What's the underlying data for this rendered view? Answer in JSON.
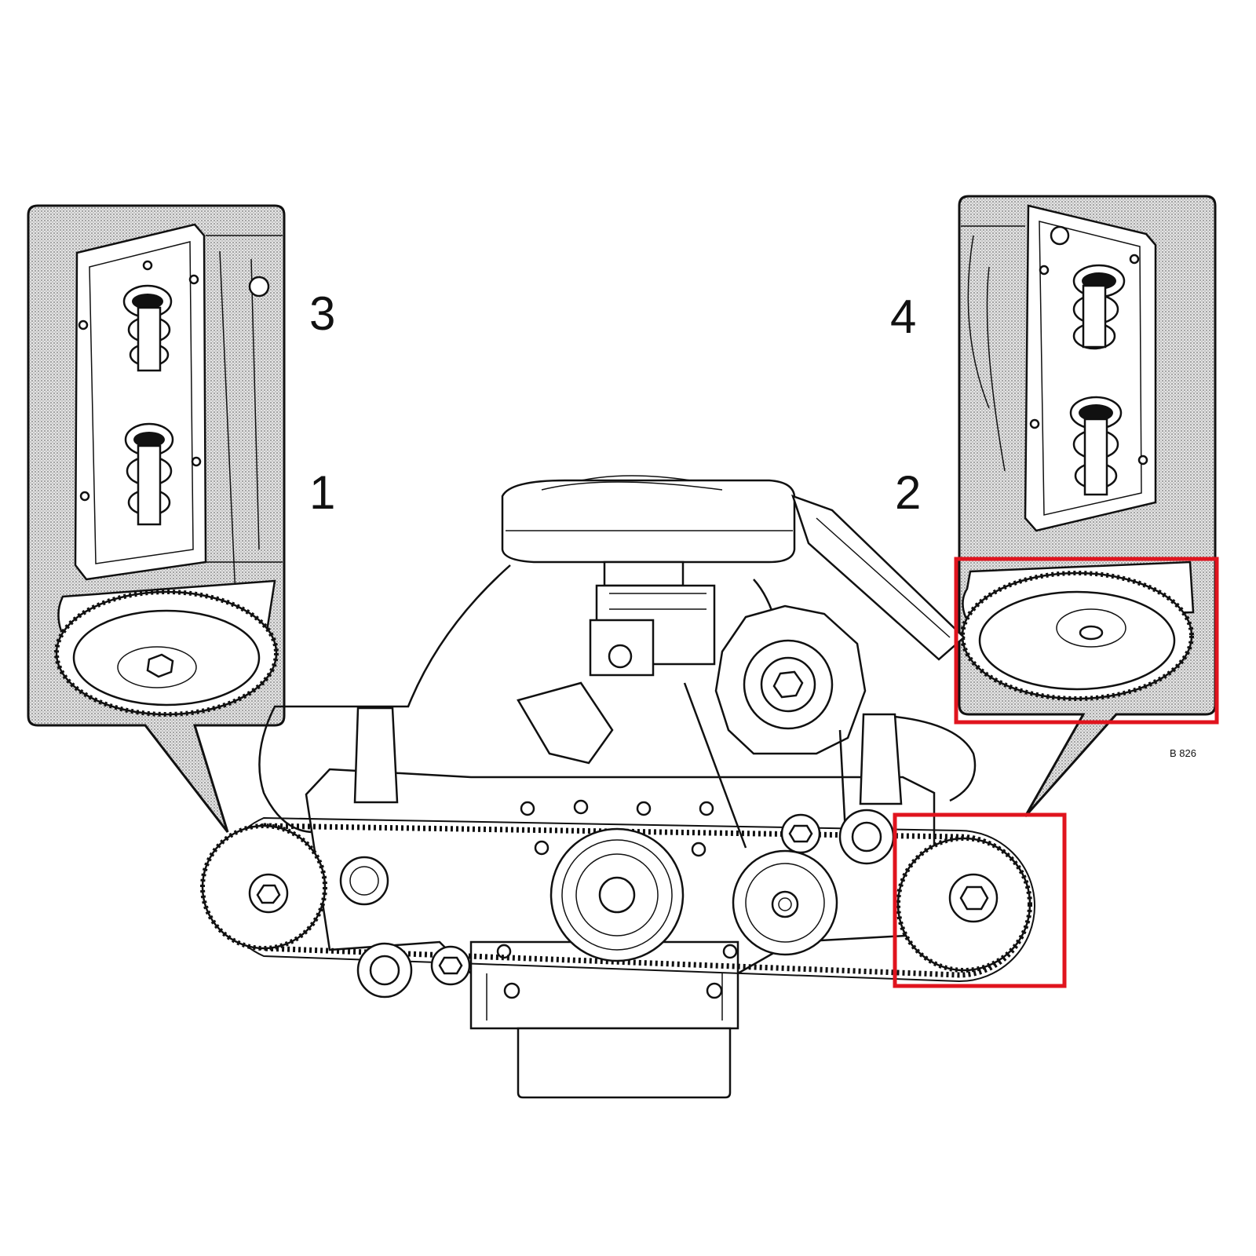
{
  "diagram": {
    "labels": {
      "cyl_3": "3",
      "cyl_1": "1",
      "cyl_4": "4",
      "cyl_2": "2",
      "ref_code": "B 826"
    },
    "colors": {
      "line": "#111111",
      "inset_shade": "#bdbdbd",
      "highlight": "#e0141e"
    }
  }
}
